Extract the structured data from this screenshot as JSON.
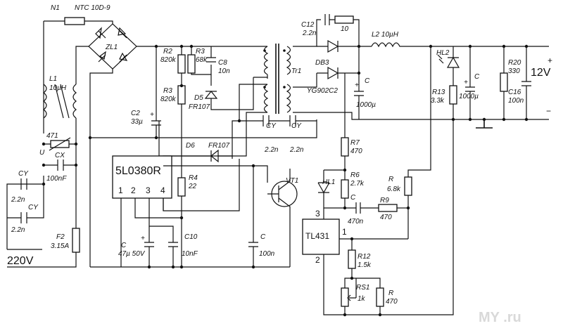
{
  "labels": {
    "n1": "N1",
    "ntc": "NTC 10D-9",
    "zl1": "ZL1",
    "l1": "L1",
    "l1_val": "10µH",
    "v471": "471",
    "u": "U",
    "cx": "CX",
    "cx_val": "100nF",
    "cy1": "CY",
    "cy1_val": "2.2n",
    "cy2": "CY",
    "cy2_val": "2.2n",
    "f2": "F2",
    "f2_val": "3.15A",
    "mains": "220V",
    "r2": "R2",
    "r2_val": "820k",
    "r3a": "R3",
    "r3a_val": "68k",
    "c8": "C8",
    "c8_val": "10n",
    "r3b": "R3",
    "r3b_val": "820k",
    "d5": "D5",
    "d5_val": "FR107",
    "c2": "C2",
    "c2_val": "33µ",
    "tr1": "Tr1",
    "cy3": "CY",
    "cy3_val": "2.2n",
    "cy4": "CY",
    "cy4_val": "2.2n",
    "d6": "D6",
    "d6_val": "FR107",
    "ic": "5L0380R",
    "pin1": "1",
    "pin2": "2",
    "pin3": "3",
    "pin4": "4",
    "r4": "R4",
    "r4_val": "22",
    "vt1": "VT1",
    "c_a": "C",
    "c_a_val": "47µ 50V",
    "c10": "C10",
    "c10_val": "10nF",
    "c_b": "C",
    "c_b_val": "100n",
    "c12": "C12",
    "c12_val": "2.2n",
    "r10": "10",
    "db3": "DB3",
    "db3_val": "YG902C2",
    "l2": "L2 10µH",
    "c_out1": "C",
    "c_out1_val": "1000µ",
    "hl2": "HL2",
    "r13": "R13",
    "r13_val": "3.3k",
    "c_out2": "C",
    "c_out2_val": "1000µ",
    "r20": "R20",
    "r20_val": "330",
    "c16": "C16",
    "c16_val": "100n",
    "plus": "+",
    "minus": "−",
    "out_v": "12V",
    "r7": "R7",
    "r7_val": "470",
    "hl1": "HL1",
    "r6": "R6",
    "r6_val": "2.7k",
    "r8": "R",
    "r8_val": "6.8k",
    "c_fb": "C",
    "c_fb_val": "470n",
    "r9": "R9",
    "r9_val": "470",
    "tl": "TL431",
    "tl_p1": "1",
    "tl_p2": "2",
    "tl_p3": "3",
    "r12": "R12",
    "r12_val": "1.5k",
    "rs1": "RS1",
    "rs1_val": "1k",
    "r_b": "R",
    "r_b_val": "470",
    "watermark": "MY .ru"
  }
}
